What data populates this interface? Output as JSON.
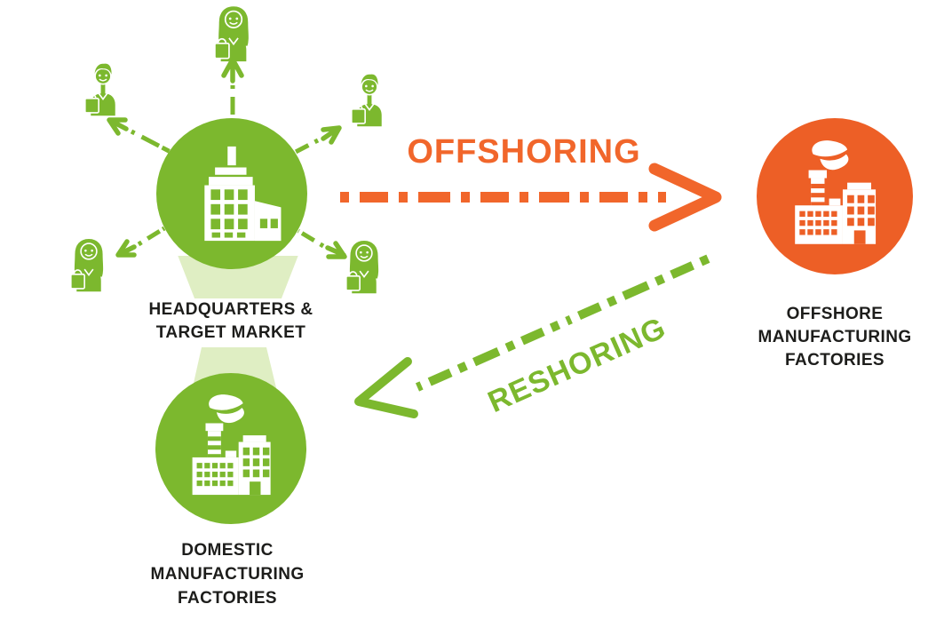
{
  "colors": {
    "green": "#7CB82E",
    "light_green_beam": "#DFEEC3",
    "orange": "#ED5F26",
    "offshoring_text": "#F1662B",
    "label_text": "#1D1D1B",
    "background": "#FFFFFF"
  },
  "nodes": {
    "headquarters": {
      "icon": "office-building-icon",
      "lines": [
        "HEADQUARTERS &",
        "TARGET MARKET"
      ]
    },
    "offshore_factory": {
      "icon": "factory-icon",
      "lines": [
        "OFFSHORE",
        "MANUFACTURING",
        "FACTORIES"
      ]
    },
    "domestic_factory": {
      "icon": "factory-icon",
      "lines": [
        "DOMESTIC",
        "MANUFACTURING",
        "FACTORIES"
      ]
    }
  },
  "flows": {
    "offshoring": {
      "label": "OFFSHORING",
      "color": "#F1662B",
      "direction": "left-to-right"
    },
    "reshoring": {
      "label": "RESHORING",
      "color": "#7CB82E",
      "direction": "right-to-left"
    }
  },
  "consumers": [
    {
      "position": "top",
      "icon": "woman-shopper-icon"
    },
    {
      "position": "top-left",
      "icon": "man-shopper-icon"
    },
    {
      "position": "top-right",
      "icon": "man-shopper-icon"
    },
    {
      "position": "bottom-left",
      "icon": "woman-shopper-icon"
    },
    {
      "position": "bottom-right",
      "icon": "woman-shopper-icon"
    }
  ]
}
